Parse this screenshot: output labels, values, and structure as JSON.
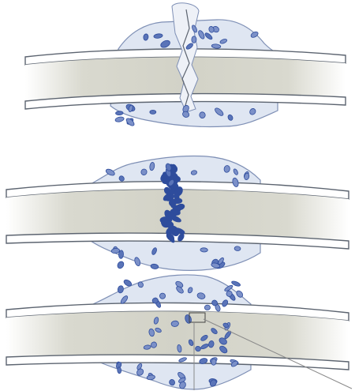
{
  "figure": {
    "panels": [
      {
        "id": "stage-1",
        "description_free": true
      },
      {
        "id": "stage-2",
        "description_free": true
      },
      {
        "id": "stage-3",
        "description_free": true
      }
    ],
    "colors": {
      "bone_fill": "#d6d6cc",
      "bone_shade": "#b9b9ad",
      "cortex_outline": "#5c6470",
      "cortex_fill": "#ffffff",
      "callus_fill": "#dfe6f2",
      "callus_outline": "#7e8fb5",
      "cell_fill": "#5a74b8",
      "cell_dark": "#2e4c9c",
      "leader_line": "#8a8a8a"
    }
  }
}
